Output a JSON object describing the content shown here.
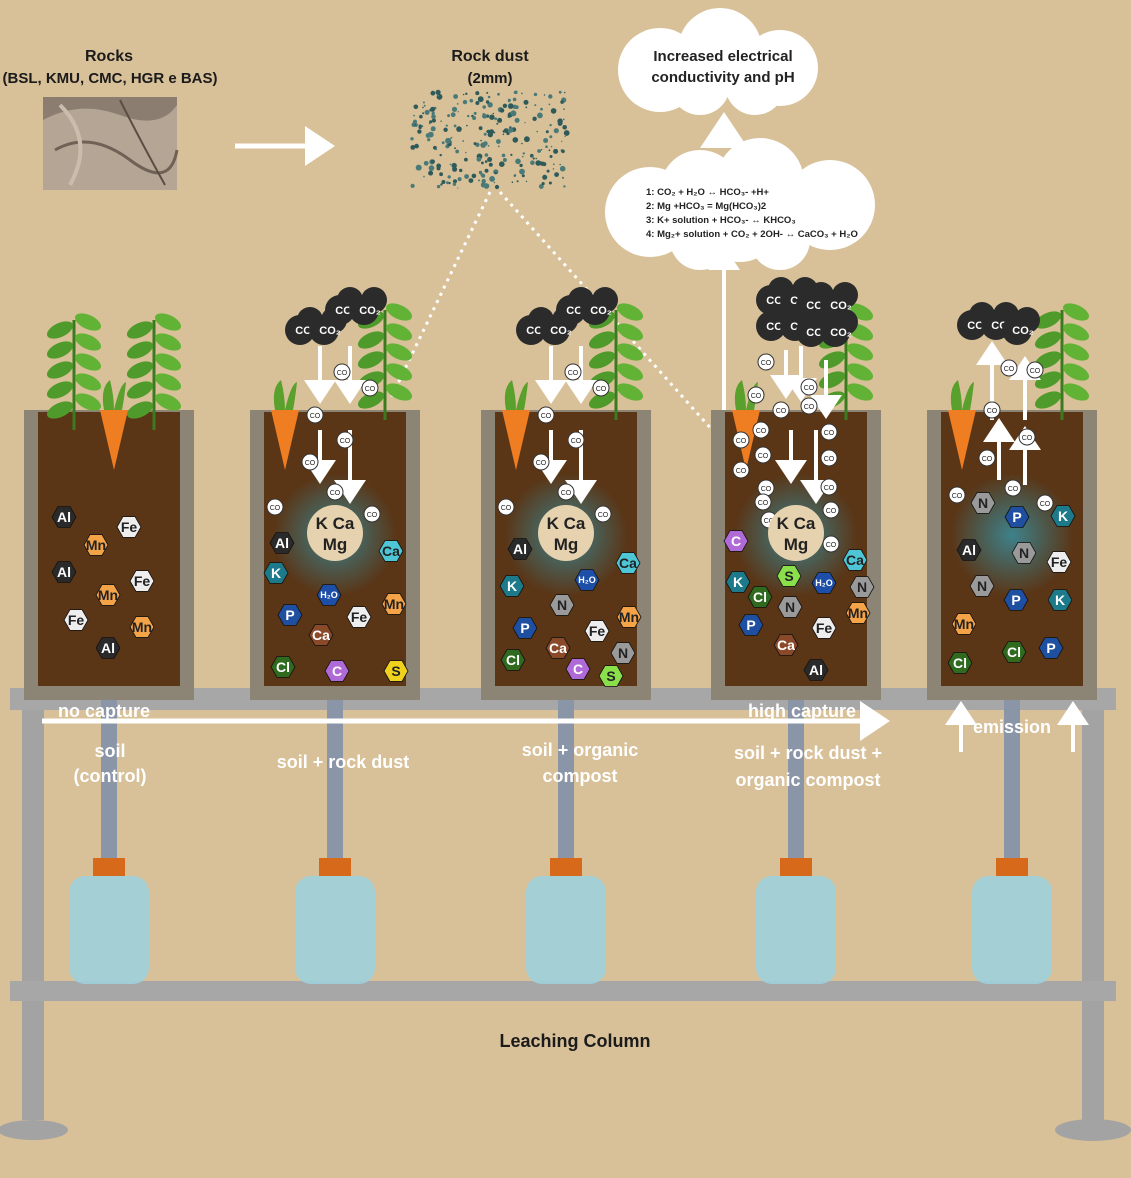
{
  "rocks": {
    "title": "Rocks",
    "subtitle": "(BSL, KMU, CMC, HGR e BAS)"
  },
  "rock_dust": {
    "title": "Rock dust",
    "subtitle": "(2mm)"
  },
  "conductivity_cloud": {
    "line1": "Increased electrical",
    "line2": "conductivity and pH"
  },
  "equations": [
    "1: CO₂ + H₂O  ↔ HCO₃- +H+",
    "2: Mg +HCO₃ = Mg(HCO₃)2",
    "3: K+ solution + HCO₃- ↔  KHCO₃",
    "4: Mg₂+ solution + CO₂ + 2OH- ↔ CaCO₃ + H₂O"
  ],
  "co2_label": "CO₂",
  "co2_small": "CO",
  "center_circle": {
    "line1": "K Ca",
    "line2": "Mg"
  },
  "capture": {
    "left": "no capture",
    "right": "high capture",
    "emission": "emission"
  },
  "columns": [
    {
      "name": "soil",
      "label_line1": "soil",
      "label_line2": "(control)",
      "elements": [
        {
          "s": "Al",
          "c": "#2a2a2a"
        },
        {
          "s": "Fe",
          "c": "#eeeeee"
        },
        {
          "s": "Mn",
          "c": "#f5a347"
        },
        {
          "s": "Al",
          "c": "#2a2a2a"
        },
        {
          "s": "Fe",
          "c": "#eeeeee"
        },
        {
          "s": "Mn",
          "c": "#f5a347"
        },
        {
          "s": "Fe",
          "c": "#eeeeee"
        },
        {
          "s": "Mn",
          "c": "#f5a347"
        },
        {
          "s": "Al",
          "c": "#2a2a2a"
        }
      ]
    },
    {
      "name": "rock-dust",
      "label_line1": "soil + rock dust",
      "label_line2": "",
      "elements": [
        {
          "s": "Al",
          "c": "#2a2a2a"
        },
        {
          "s": "Ca",
          "c": "#4fc6d6"
        },
        {
          "s": "K",
          "c": "#1d7a8a"
        },
        {
          "s": "H₂O",
          "c": "#1e4fa8"
        },
        {
          "s": "Mn",
          "c": "#f5a347"
        },
        {
          "s": "P",
          "c": "#1f4fa0"
        },
        {
          "s": "Fe",
          "c": "#eeeeee"
        },
        {
          "s": "Ca",
          "c": "#8a4a2a"
        },
        {
          "s": "Cl",
          "c": "#2f6a1f"
        },
        {
          "s": "C",
          "c": "#b06ad8"
        },
        {
          "s": "S",
          "c": "#f0d21c"
        }
      ]
    },
    {
      "name": "organic-compost",
      "label_line1": "soil + organic",
      "label_line2": "compost",
      "elements": [
        {
          "s": "Al",
          "c": "#2a2a2a"
        },
        {
          "s": "Ca",
          "c": "#4fc6d6"
        },
        {
          "s": "K",
          "c": "#1d7a8a"
        },
        {
          "s": "H₂O",
          "c": "#1e4fa8"
        },
        {
          "s": "N",
          "c": "#9a9a9a"
        },
        {
          "s": "Mn",
          "c": "#f5a347"
        },
        {
          "s": "P",
          "c": "#1f4fa0"
        },
        {
          "s": "Fe",
          "c": "#eeeeee"
        },
        {
          "s": "Ca",
          "c": "#8a4a2a"
        },
        {
          "s": "N",
          "c": "#9a9a9a"
        },
        {
          "s": "Cl",
          "c": "#2f6a1f"
        },
        {
          "s": "C",
          "c": "#b06ad8"
        },
        {
          "s": "S",
          "c": "#8ae04a"
        }
      ]
    },
    {
      "name": "rock-dust-compost",
      "label_line1": "soil + rock dust +",
      "label_line2": "organic compost",
      "elements": [
        {
          "s": "C",
          "c": "#b06ad8"
        },
        {
          "s": "Ca",
          "c": "#4fc6d6"
        },
        {
          "s": "K",
          "c": "#1d7a8a"
        },
        {
          "s": "S",
          "c": "#8ae04a"
        },
        {
          "s": "H₂O",
          "c": "#1e4fa8"
        },
        {
          "s": "N",
          "c": "#9a9a9a"
        },
        {
          "s": "Cl",
          "c": "#2f6a1f"
        },
        {
          "s": "N",
          "c": "#9a9a9a"
        },
        {
          "s": "Mn",
          "c": "#f5a347"
        },
        {
          "s": "P",
          "c": "#1f4fa0"
        },
        {
          "s": "Fe",
          "c": "#eeeeee"
        },
        {
          "s": "Ca",
          "c": "#8a4a2a"
        },
        {
          "s": "Al",
          "c": "#2a2a2a"
        }
      ]
    },
    {
      "name": "emission",
      "label_line1": "",
      "label_line2": "",
      "elements": [
        {
          "s": "N",
          "c": "#9a9a9a"
        },
        {
          "s": "P",
          "c": "#1f4fa0"
        },
        {
          "s": "K",
          "c": "#1d7a8a"
        },
        {
          "s": "Al",
          "c": "#2a2a2a"
        },
        {
          "s": "N",
          "c": "#9a9a9a"
        },
        {
          "s": "Fe",
          "c": "#eeeeee"
        },
        {
          "s": "N",
          "c": "#9a9a9a"
        },
        {
          "s": "P",
          "c": "#1f4fa0"
        },
        {
          "s": "K",
          "c": "#1d7a8a"
        },
        {
          "s": "Mn",
          "c": "#f5a347"
        },
        {
          "s": "Cl",
          "c": "#2f6a1f"
        },
        {
          "s": "Cl",
          "c": "#2f6a1f"
        },
        {
          "s": "P",
          "c": "#1f4fa0"
        }
      ]
    }
  ],
  "footer": {
    "title": "Leaching Column"
  },
  "colors": {
    "background": "#d8c098",
    "soil": "#5a3516",
    "frame": "#9a8f80",
    "stand": "#a3a3a3",
    "bottle": "#9fd0dc",
    "cap": "#d66a1a",
    "arrow": "#ffffff"
  }
}
